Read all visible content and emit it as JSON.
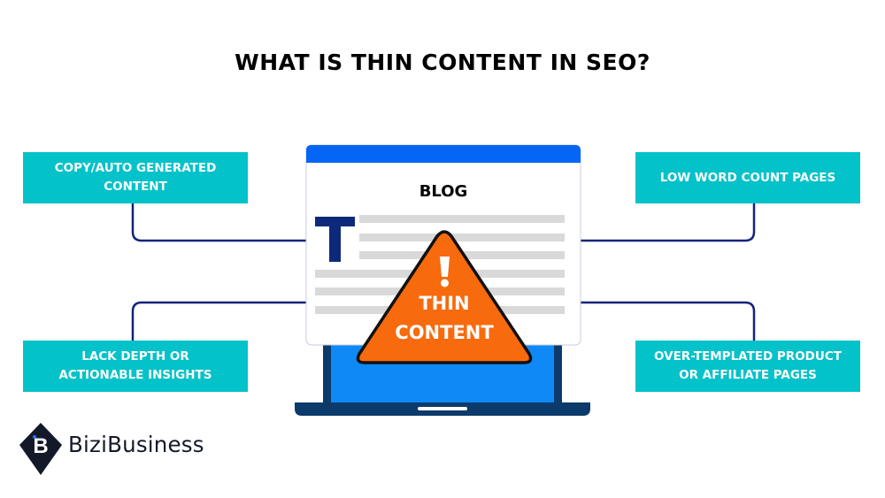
{
  "title": "WHAT IS THIN CONTENT IN SEO?",
  "center_illustration": {
    "window_title": "BLOG",
    "drop_cap": "T",
    "warning": {
      "line1": "THIN",
      "line2": "CONTENT",
      "symbol": "!"
    }
  },
  "callouts": [
    {
      "position": "top-left",
      "lines": [
        "COPY/AUTO GENERATED",
        "CONTENT"
      ]
    },
    {
      "position": "bottom-left",
      "lines": [
        "LACK DEPTH OR",
        "ACTIONABLE INSIGHTS"
      ]
    },
    {
      "position": "top-right",
      "lines": [
        "LOW WORD COUNT PAGES"
      ]
    },
    {
      "position": "bottom-right",
      "lines": [
        "OVER-TEMPLATED PRODUCT",
        "OR AFFILIATE PAGES"
      ]
    }
  ],
  "brand": {
    "name": "BiziBusiness",
    "logo_letter": "B"
  },
  "colors": {
    "callout_bg": "#04c2c9",
    "connector": "#13237a",
    "window_header": "#0565f5",
    "laptop_frame": "#0b3a6b",
    "laptop_screen": "#0f89f5",
    "warning_orange": "#f76a0d",
    "drop_cap": "#0d2a7a",
    "text_lines": "#d9d9d9"
  }
}
